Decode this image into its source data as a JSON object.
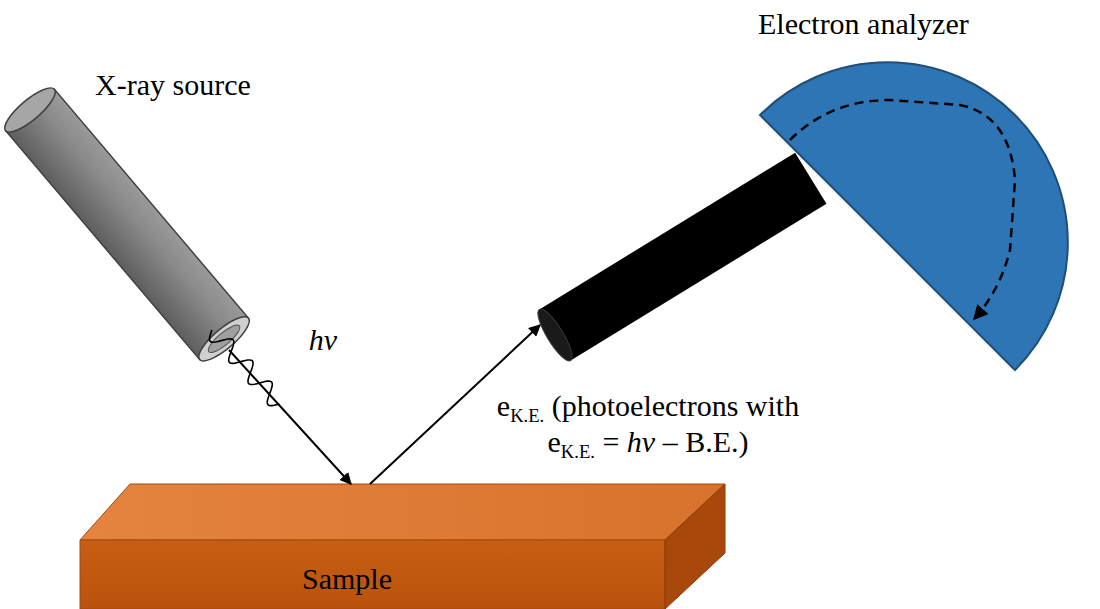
{
  "diagram": {
    "nodes": [
      {
        "text": [
          "X-ray source"
        ]
      },
      {
        "text": [
          "Sample"
        ]
      },
      {
        "text": [
          "Electron analyzer"
        ]
      }
    ],
    "edges": [
      {
        "from": 0,
        "to": 1,
        "arrow": "to",
        "label": "hv"
      },
      {
        "from": 1,
        "to": 2,
        "arrow": "to",
        "label": "eK.E. (photoelectrons with eK.E. = hv – B.E.)"
      }
    ]
  }
}
